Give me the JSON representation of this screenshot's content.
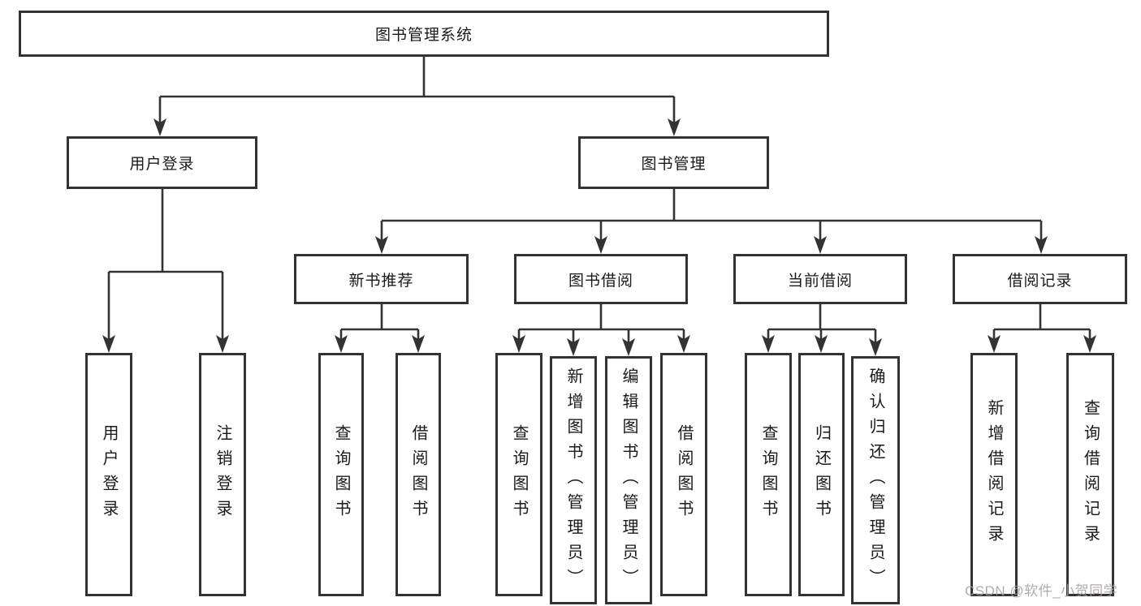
{
  "diagram": {
    "title": "图书管理系统",
    "nodes": [
      {
        "id": "root",
        "label": "图书管理系统",
        "parent": null,
        "level": 1
      },
      {
        "id": "user-login",
        "label": "用户登录",
        "parent": "root",
        "level": 2
      },
      {
        "id": "book-mgmt",
        "label": "图书管理",
        "parent": "root",
        "level": 2
      },
      {
        "id": "new-book-rec",
        "label": "新书推荐",
        "parent": "book-mgmt",
        "level": 3
      },
      {
        "id": "book-borrow",
        "label": "图书借阅",
        "parent": "book-mgmt",
        "level": 3
      },
      {
        "id": "current-borrow",
        "label": "当前借阅",
        "parent": "book-mgmt",
        "level": 3
      },
      {
        "id": "borrow-record",
        "label": "借阅记录",
        "parent": "book-mgmt",
        "level": 3
      },
      {
        "id": "leaf-login",
        "label": "用户登录",
        "parent": "user-login",
        "level": 4
      },
      {
        "id": "leaf-logout",
        "label": "注销登录",
        "parent": "user-login",
        "level": 4
      },
      {
        "id": "rec-query-book",
        "label": "查询图书",
        "parent": "new-book-rec",
        "level": 4
      },
      {
        "id": "rec-borrow-book",
        "label": "借阅图书",
        "parent": "new-book-rec",
        "level": 4
      },
      {
        "id": "bor-query-book",
        "label": "查询图书",
        "parent": "book-borrow",
        "level": 4
      },
      {
        "id": "bor-add-book",
        "label": "新增图书（管理员）",
        "parent": "book-borrow",
        "level": 4
      },
      {
        "id": "bor-edit-book",
        "label": "编辑图书（管理员）",
        "parent": "book-borrow",
        "level": 4
      },
      {
        "id": "bor-borrow-book",
        "label": "借阅图书",
        "parent": "book-borrow",
        "level": 4
      },
      {
        "id": "cur-query-book",
        "label": "查询图书",
        "parent": "current-borrow",
        "level": 4
      },
      {
        "id": "cur-return-book",
        "label": "归还图书",
        "parent": "current-borrow",
        "level": 4
      },
      {
        "id": "cur-confirm-return",
        "label": "确认归还（管理员）",
        "parent": "current-borrow",
        "level": 4
      },
      {
        "id": "rcd-add-record",
        "label": "新增借阅记录",
        "parent": "borrow-record",
        "level": 4
      },
      {
        "id": "rcd-query-record",
        "label": "查询借阅记录",
        "parent": "borrow-record",
        "level": 4
      }
    ],
    "line_color": "#333333",
    "box_background": "#ffffff",
    "text_color": "#1a1a1a"
  },
  "watermark": "CSDN @软件_小贺同学"
}
